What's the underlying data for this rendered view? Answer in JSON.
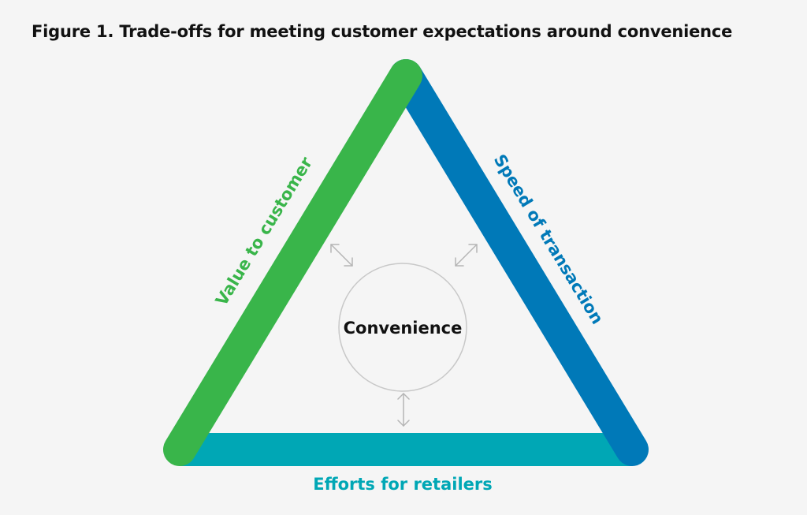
{
  "title": "Figure 1. Trade-offs for meeting customer expectations around convenience",
  "center": {
    "label": "Convenience"
  },
  "sides": {
    "left": {
      "label": "Value to customer",
      "color": "#39b54a"
    },
    "right": {
      "label": "Speed of transaction",
      "color": "#0079b8"
    },
    "bottom": {
      "label": "Efforts for retailers",
      "color": "#00a7b5"
    }
  },
  "colors": {
    "background": "#f5f5f5",
    "circle_stroke": "#c8c8c8",
    "arrow": "#b5b5b5",
    "title_text": "#111111"
  }
}
